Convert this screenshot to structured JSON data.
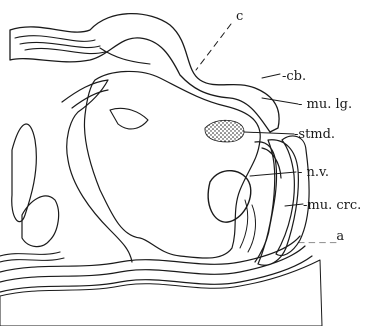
{
  "figure": {
    "labels": {
      "c": "c",
      "cb": "-cb.",
      "mu_lg": "- mu. lg.",
      "stmd": "-stmd.",
      "nv": "- n.v.",
      "mu_crc": "-mu. crc.",
      "a": "_ _ _ _a"
    }
  }
}
